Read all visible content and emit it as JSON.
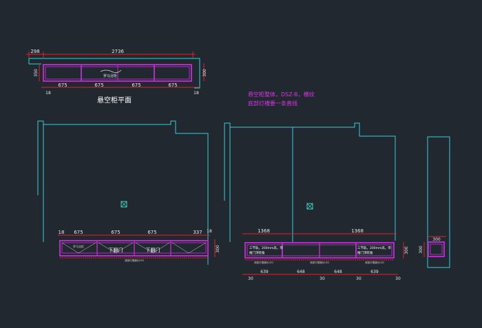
{
  "colors": {
    "background": "#212830",
    "wall": "#2fd4d8",
    "cabinet": "#b32cc4",
    "dimension": "#e5202a",
    "dim_text": "#e8e8e8",
    "note": "#d934e6",
    "label": "#ffffff",
    "symbol": "#3fd6c8"
  },
  "plan": {
    "title": "悬空柜平面",
    "overall_width": "2736",
    "left_offset": "298",
    "depth_left": "350",
    "depth_right": "300",
    "module_width": "675",
    "edge_left": "18",
    "edge_right": "18",
    "logo_text": "罗马浴柜"
  },
  "note": {
    "line1": "悬空柜整体，DSZ-B，横纹",
    "line2": "底部灯槽要一条直线"
  },
  "elevation_a": {
    "dims_top": [
      "18",
      "675",
      "675",
      "675",
      "337",
      "18"
    ],
    "height": "300",
    "door_label": "下翻门",
    "logo_text": "罗马浴柜",
    "bottom_note": "底部灯槽通长LED"
  },
  "elevation_b": {
    "half_width": "1368",
    "dims_bottom": [
      "30",
      "639",
      "648",
      "648",
      "639",
      "30"
    ],
    "side_text_line1": "三节轨，200mm高，带",
    "side_text_line2": "推门顶装备",
    "bottom_note": "底部灯槽通长LED",
    "height": "300"
  },
  "side_view": {
    "depth": "300",
    "height": "300"
  }
}
